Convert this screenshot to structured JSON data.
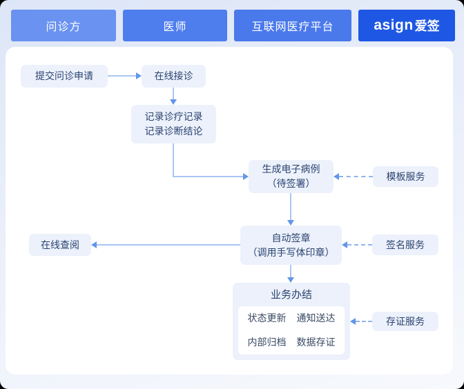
{
  "header": {
    "lanes": [
      {
        "id": "inquirer",
        "label": "问诊方"
      },
      {
        "id": "doctor",
        "label": "医师"
      },
      {
        "id": "platform",
        "label": "互联网医疗平台"
      }
    ],
    "brand": {
      "logo": "asign",
      "suffix": "爱签"
    }
  },
  "flow": {
    "submit_request": "提交问诊申请",
    "online_accept": "在线接诊",
    "record": {
      "line1": "记录诊疗记录",
      "line2": "记录诊断结论"
    },
    "generate": {
      "line1": "生成电子病例",
      "line2": "（待签署）"
    },
    "auto_sign": {
      "line1": "自动签章",
      "line2": "（调用手写体印章）"
    },
    "online_view": "在线查阅",
    "completion": {
      "title": "业务办结",
      "items": [
        "状态更新",
        "通知送达",
        "内部归档",
        "数据存证"
      ]
    }
  },
  "services": {
    "template": "模板服务",
    "signature": "签名服务",
    "evidence": "存证服务"
  },
  "colors": {
    "lane_inquirer": "#6a92f0",
    "lane_doctor": "#4e7dee",
    "lane_platform": "#4a79ec",
    "brand_blue": "#1e57e3",
    "flow_box_bg": "#ecf1fb",
    "flow_box_text": "#2b4370",
    "arrow_line": "#a9c5f0",
    "arrow_head": "#6196e9",
    "dashed_line": "#8fb4ed",
    "canvas_bg": "#ffffff"
  }
}
